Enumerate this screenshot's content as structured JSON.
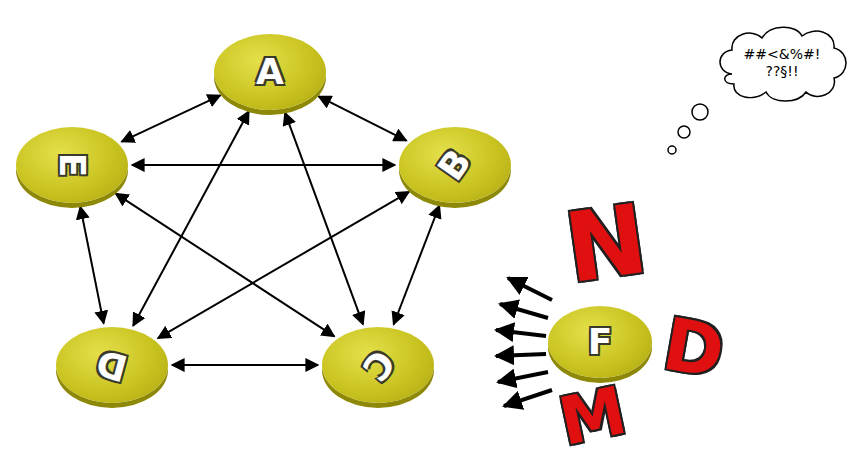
{
  "diagram": {
    "nodes": [
      {
        "text": [
          "A"
        ]
      },
      {
        "text": [
          "B"
        ]
      },
      {
        "text": [
          "C"
        ]
      },
      {
        "text": [
          "D"
        ]
      },
      {
        "text": [
          "E"
        ]
      },
      {
        "text": [
          "F"
        ]
      },
      {
        "text": [
          "##<&%#! ??§!!"
        ]
      }
    ],
    "edges": [
      {
        "from": 0,
        "to": 1,
        "arrow": "both"
      },
      {
        "from": 1,
        "to": 2,
        "arrow": "both"
      },
      {
        "from": 2,
        "to": 3,
        "arrow": "both"
      },
      {
        "from": 3,
        "to": 4,
        "arrow": "both"
      },
      {
        "from": 4,
        "to": 0,
        "arrow": "both"
      },
      {
        "from": 0,
        "to": 2,
        "arrow": "both"
      },
      {
        "from": 0,
        "to": 3,
        "arrow": "both"
      },
      {
        "from": 1,
        "to": 3,
        "arrow": "both"
      },
      {
        "from": 1,
        "to": 4,
        "arrow": "both"
      },
      {
        "from": 2,
        "to": 4,
        "arrow": "both"
      }
    ],
    "labels": [
      "N",
      "D",
      "M"
    ]
  }
}
